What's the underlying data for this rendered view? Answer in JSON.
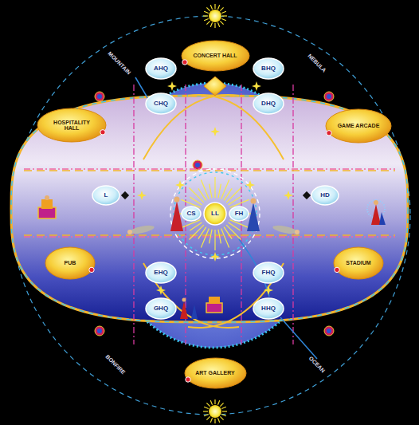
{
  "diagram": {
    "nodes": [
      {
        "text": [
          "CONCERT HALL"
        ]
      },
      {
        "text": [
          "AHQ"
        ]
      },
      {
        "text": [
          "BHQ"
        ]
      },
      {
        "text": [
          "HOSPITALITY HALL"
        ]
      },
      {
        "text": [
          "CHQ"
        ]
      },
      {
        "text": [
          "DHQ"
        ]
      },
      {
        "text": [
          "GAME ARCADE"
        ]
      },
      {
        "text": [
          "L"
        ]
      },
      {
        "text": [
          "CS"
        ]
      },
      {
        "text": [
          "LL"
        ]
      },
      {
        "text": [
          "FH"
        ]
      },
      {
        "text": [
          "HD"
        ]
      },
      {
        "text": [
          "PUB"
        ]
      },
      {
        "text": [
          "EHQ"
        ]
      },
      {
        "text": [
          "FHQ"
        ]
      },
      {
        "text": [
          "STADIUM"
        ]
      },
      {
        "text": [
          "GHQ"
        ]
      },
      {
        "text": [
          "HHQ"
        ]
      },
      {
        "text": [
          "ART GALLERY"
        ]
      }
    ],
    "labels": [
      "MOUNTAIN",
      "NEBULA",
      "BONFIRE",
      "OCEAN"
    ]
  }
}
